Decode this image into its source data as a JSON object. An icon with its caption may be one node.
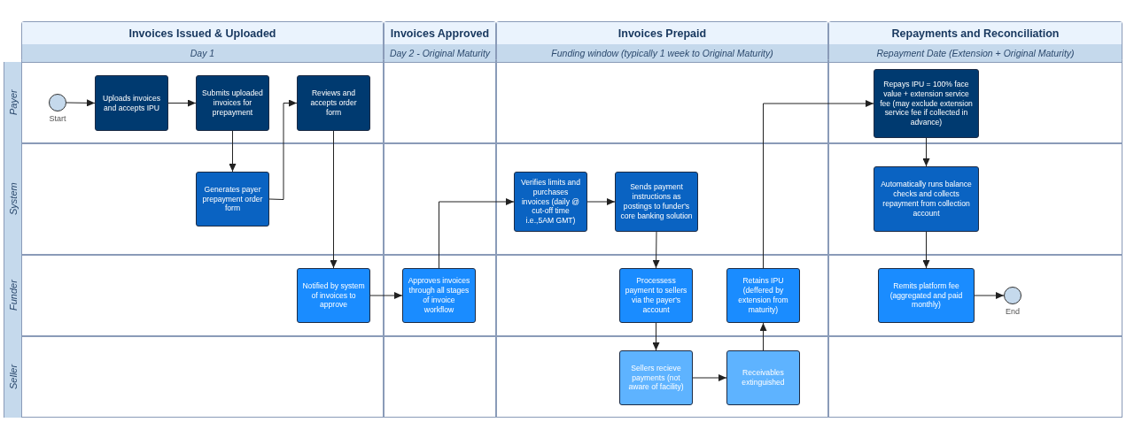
{
  "diagram": {
    "nodes": [
      {
        "text": [
          "Invoices Issued & Uploaded",
          "Day 1"
        ]
      },
      {
        "text": [
          "Invoices Approved",
          "Day 2 - Original Maturity"
        ]
      },
      {
        "text": [
          "Invoices Prepaid",
          "Funding window (typically 1 week to Original Maturity)"
        ]
      },
      {
        "text": [
          "Repayments and Reconciliation",
          "Repayment Date (Extension + Original Maturity)"
        ]
      },
      {
        "text": [
          "Payer"
        ]
      },
      {
        "text": [
          "System"
        ]
      },
      {
        "text": [
          "Funder"
        ]
      },
      {
        "text": [
          "Seller"
        ]
      },
      {
        "text": [],
        "shape": "circle",
        "beside": [
          "Start"
        ]
      },
      {
        "text": [
          "Uploads invoices and accepts IPU"
        ]
      },
      {
        "text": [
          "Submits uploaded invoices for prepayment"
        ]
      },
      {
        "text": [
          "Reviews and accepts order form"
        ]
      },
      {
        "text": [
          "Repays IPU = 100% face value + extension service fee (may exclude extension service fee if collected in advance)"
        ]
      },
      {
        "text": [
          "Generates payer prepayment order form"
        ]
      },
      {
        "text": [
          "Verifies limits and purchases invoices (daily @ cut-off time i.e.,5AM GMT)"
        ]
      },
      {
        "text": [
          "Sends payment instructions as postings to funder's core banking solution"
        ]
      },
      {
        "text": [
          "Automatically runs balance checks and collects repayment from collection account"
        ]
      },
      {
        "text": [
          "Notified by system of invoices to approve"
        ]
      },
      {
        "text": [
          "Approves invoices through all stages of invoice workflow"
        ]
      },
      {
        "text": [
          "Processess payment to sellers via the payer's account"
        ]
      },
      {
        "text": [
          "Retains IPU (deffered by extension from maturity)"
        ]
      },
      {
        "text": [
          "Remits platform fee (aggregated and paid monthly)"
        ]
      },
      {
        "text": [],
        "shape": "circle",
        "beside": [
          "End"
        ]
      },
      {
        "text": [
          "Sellers recieve payments (not aware of facility)"
        ]
      },
      {
        "text": [
          "Receivables extinguished"
        ]
      }
    ],
    "edges": [
      {
        "from": 8,
        "to": 9,
        "arrow": "to"
      },
      {
        "from": 9,
        "to": 10,
        "arrow": "to"
      },
      {
        "from": 10,
        "to": 13,
        "arrow": "to"
      },
      {
        "from": 13,
        "to": 11,
        "arrow": "to"
      },
      {
        "from": 11,
        "to": 17,
        "arrow": "to"
      },
      {
        "from": 17,
        "to": 18,
        "arrow": "to"
      },
      {
        "from": 18,
        "to": 14,
        "arrow": "to"
      },
      {
        "from": 14,
        "to": 15,
        "arrow": "to"
      },
      {
        "from": 15,
        "to": 19,
        "arrow": "to"
      },
      {
        "from": 19,
        "to": 23,
        "arrow": "to"
      },
      {
        "from": 23,
        "to": 24,
        "arrow": "to"
      },
      {
        "from": 24,
        "to": 20,
        "arrow": "to"
      },
      {
        "from": 20,
        "to": 12,
        "arrow": "to"
      },
      {
        "from": 12,
        "to": 16,
        "arrow": "to"
      },
      {
        "from": 16,
        "to": 21,
        "arrow": "to"
      },
      {
        "from": 21,
        "to": 22,
        "arrow": "to"
      }
    ]
  }
}
